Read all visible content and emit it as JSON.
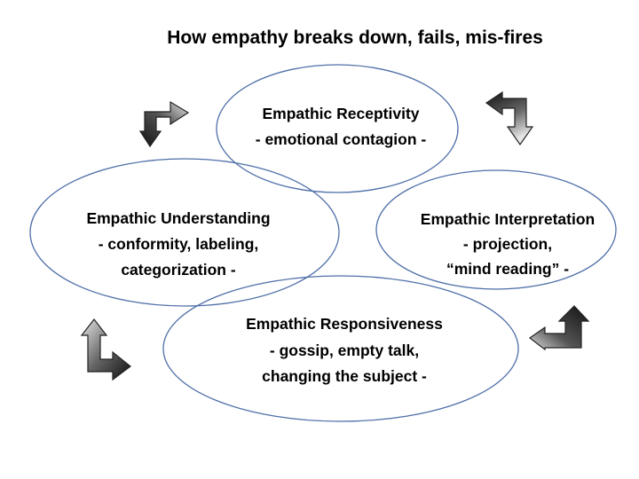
{
  "title": "How empathy breaks down, fails, mis-fires",
  "nodes": {
    "receptivity": {
      "lines": [
        "Empathic Receptivity",
        "- emotional contagion -"
      ]
    },
    "understanding": {
      "lines": [
        "Empathic Understanding",
        "- conformity,  labeling,",
        "categorization -"
      ]
    },
    "interpretation": {
      "lines": [
        "Empathic Interpretation",
        "- projection,",
        "“mind reading” -"
      ]
    },
    "responsiveness": {
      "lines": [
        "Empathic Responsiveness",
        "-    gossip, empty talk,",
        "changing the  subject -"
      ]
    }
  },
  "arrows": [
    "cycle-arrow-top-left",
    "cycle-arrow-top-right",
    "cycle-arrow-bottom-right",
    "cycle-arrow-bottom-left"
  ],
  "colors": {
    "circle_stroke": "#4f6fa8",
    "arrow_dark": "#1a1a1a",
    "arrow_light": "#d8d8d8"
  }
}
